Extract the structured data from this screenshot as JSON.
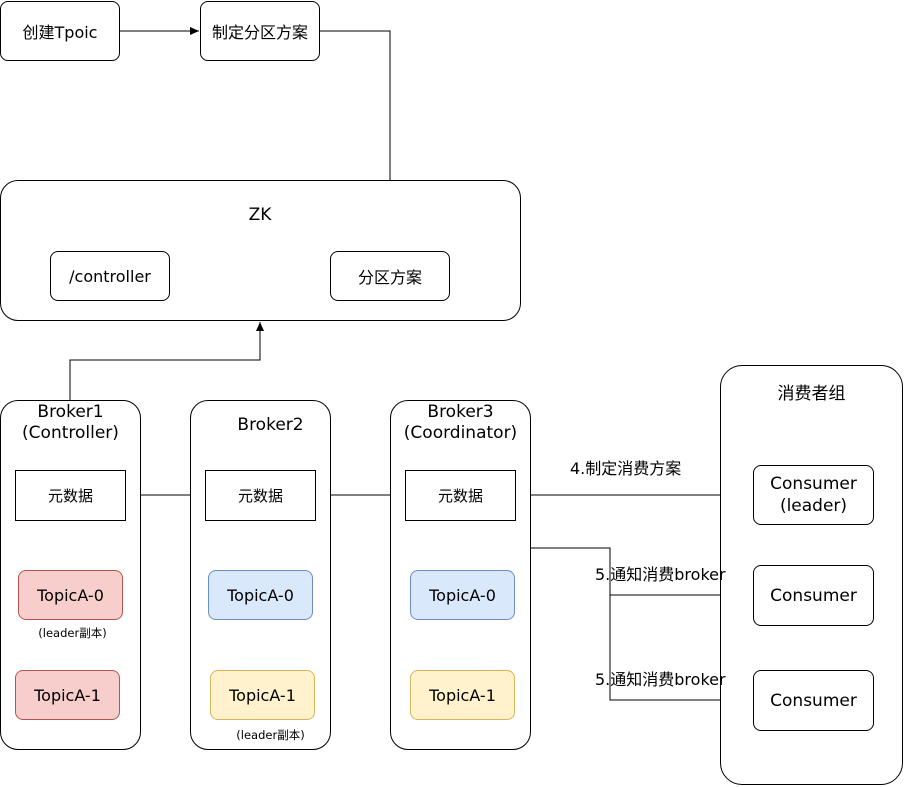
{
  "top": {
    "create_topic": "创建Tpoic",
    "make_plan": "制定分区方案"
  },
  "zk": {
    "title": "ZK",
    "controller_node": "/controller",
    "partition_plan": "分区方案"
  },
  "brokers": [
    {
      "name": "Broker1\n(Controller)",
      "metadata": "元数据",
      "p0": "TopicA-0",
      "p0_note": "(leader副本)",
      "p1": "TopicA-1",
      "p1_note": ""
    },
    {
      "name": "Broker2",
      "metadata": "元数据",
      "p0": "TopicA-0",
      "p0_note": "",
      "p1": "TopicA-1",
      "p1_note": "(leader副本)"
    },
    {
      "name": "Broker3\n(Coordinator)",
      "metadata": "元数据",
      "p0": "TopicA-0",
      "p0_note": "",
      "p1": "TopicA-1",
      "p1_note": ""
    }
  ],
  "consumer_group": {
    "title": "消费者组",
    "leader": "Consumer\n(leader)",
    "consumer2": "Consumer",
    "consumer3": "Consumer"
  },
  "edge_labels": {
    "make_consume_plan": "4.制定消费方案",
    "notify_1": "5.通知消费broker",
    "notify_2": "5.通知消费broker"
  },
  "colors": {
    "leader_partition": "#f8cecc",
    "blue_partition": "#dae8fc",
    "yellow_partition": "#fff2cc"
  }
}
